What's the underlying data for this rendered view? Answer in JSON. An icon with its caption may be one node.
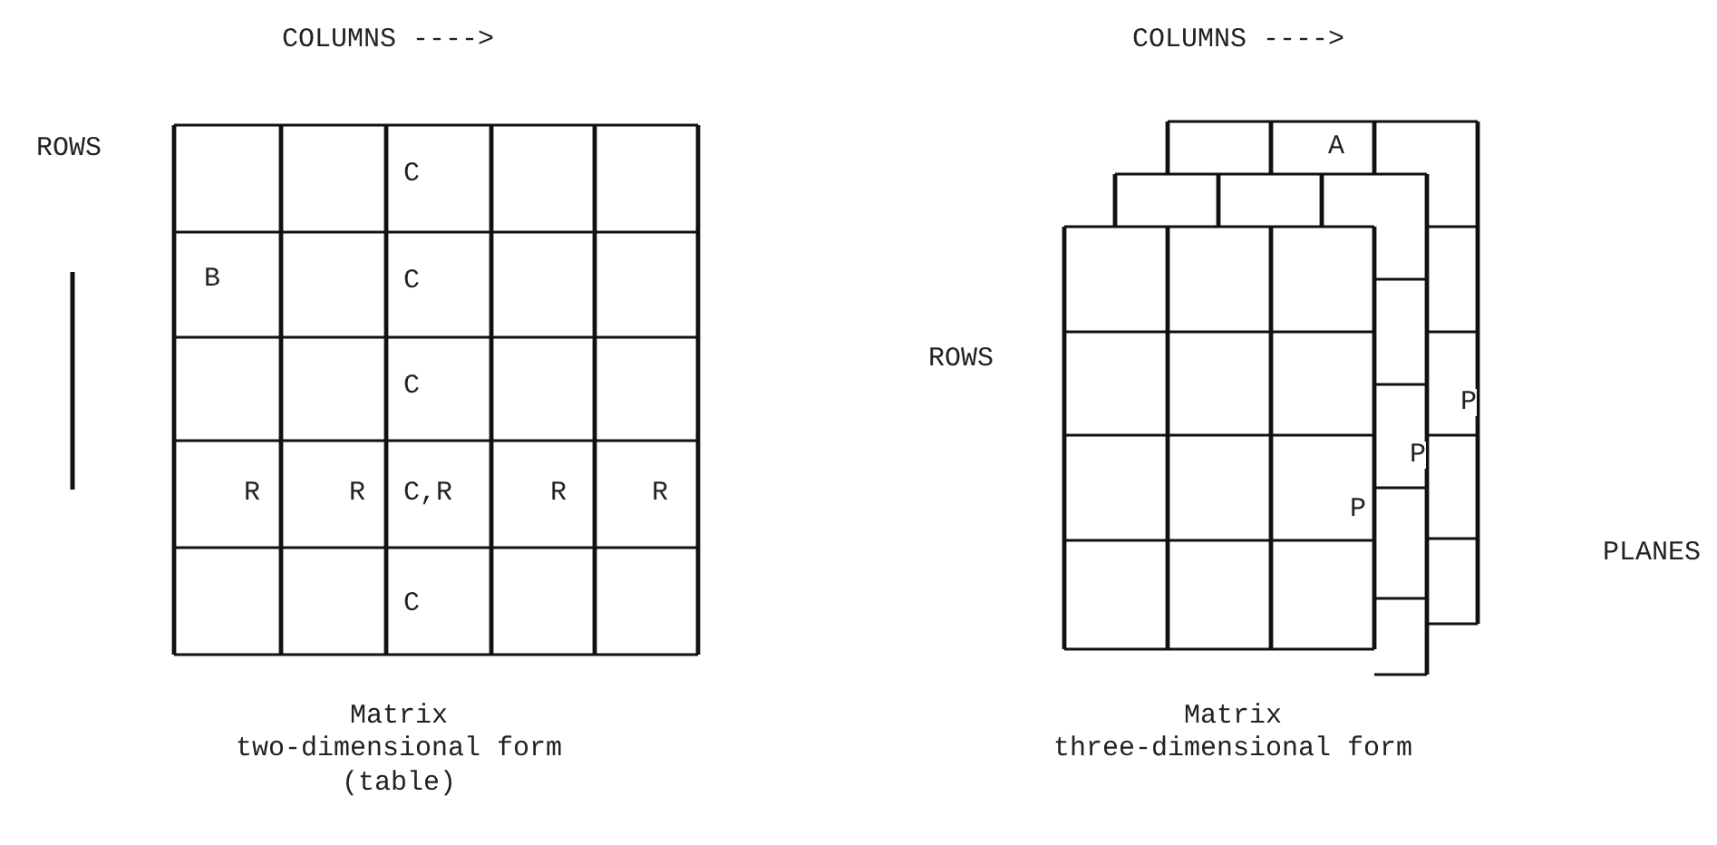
{
  "diagram": {
    "labels": [
      "COLUMNS ---->",
      "ROWS",
      "C",
      "B",
      "C",
      "C",
      "R",
      "R",
      "C,R",
      "R",
      "R",
      "C",
      "Matrix",
      "two-dimensional form",
      "(table)",
      "COLUMNS ---->",
      "A",
      "ROWS",
      "P",
      "P",
      "P",
      "PLANES",
      "Matrix",
      "three-dimensional form"
    ]
  }
}
